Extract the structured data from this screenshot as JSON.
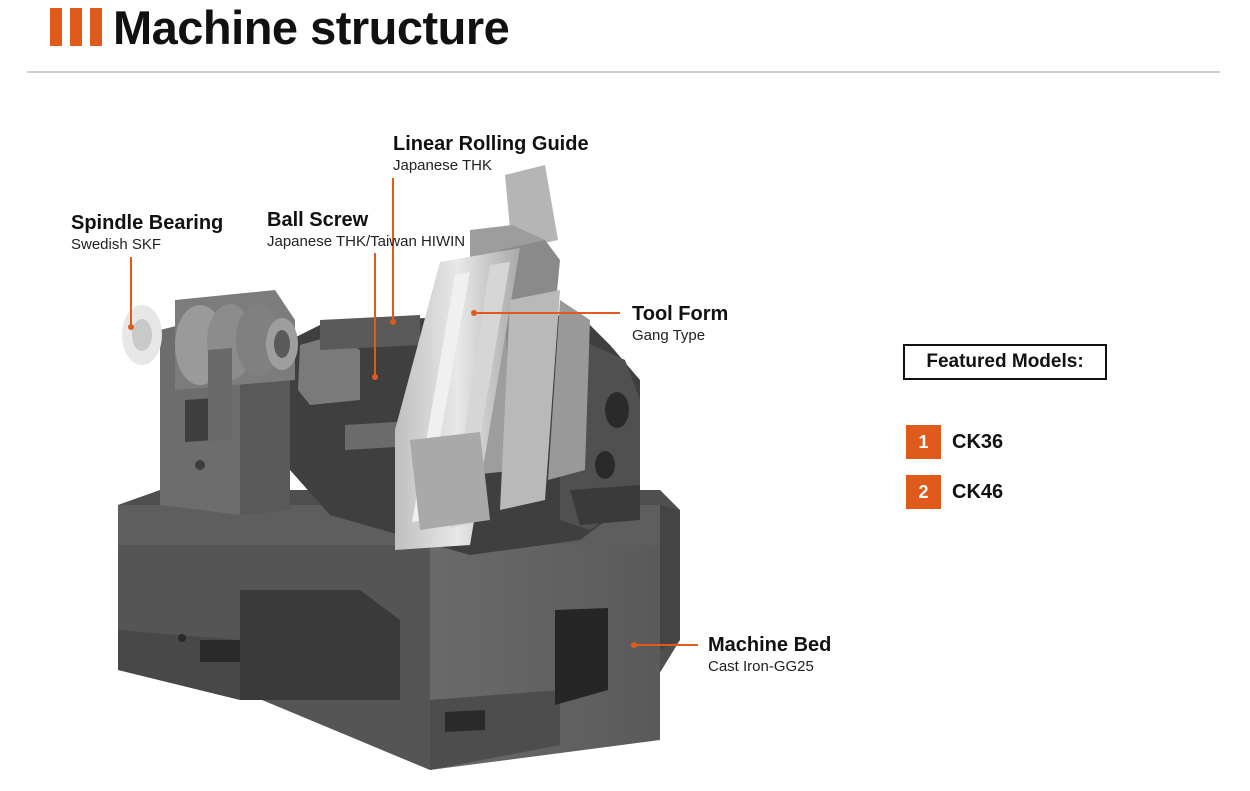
{
  "page": {
    "title": "Machine structure"
  },
  "colors": {
    "accent": "#e05a1c",
    "text": "#111111",
    "machine_dark": "#4a4a4a",
    "machine_light": "#cfcfcf"
  },
  "callouts": {
    "linear_guide": {
      "name": "Linear Rolling Guide",
      "spec": "Japanese THK"
    },
    "spindle_bearing": {
      "name": "Spindle Bearing",
      "spec": "Swedish SKF"
    },
    "ball_screw": {
      "name": "Ball Screw",
      "spec": "Japanese THK/Taiwan HIWIN"
    },
    "tool_form": {
      "name": "Tool Form",
      "spec": "Gang Type"
    },
    "machine_bed": {
      "name": "Machine Bed",
      "spec": "Cast Iron-GG25"
    }
  },
  "featured": {
    "heading": "Featured Models:",
    "models": [
      {
        "number": "1",
        "name": "CK36"
      },
      {
        "number": "2",
        "name": "CK46"
      }
    ]
  }
}
